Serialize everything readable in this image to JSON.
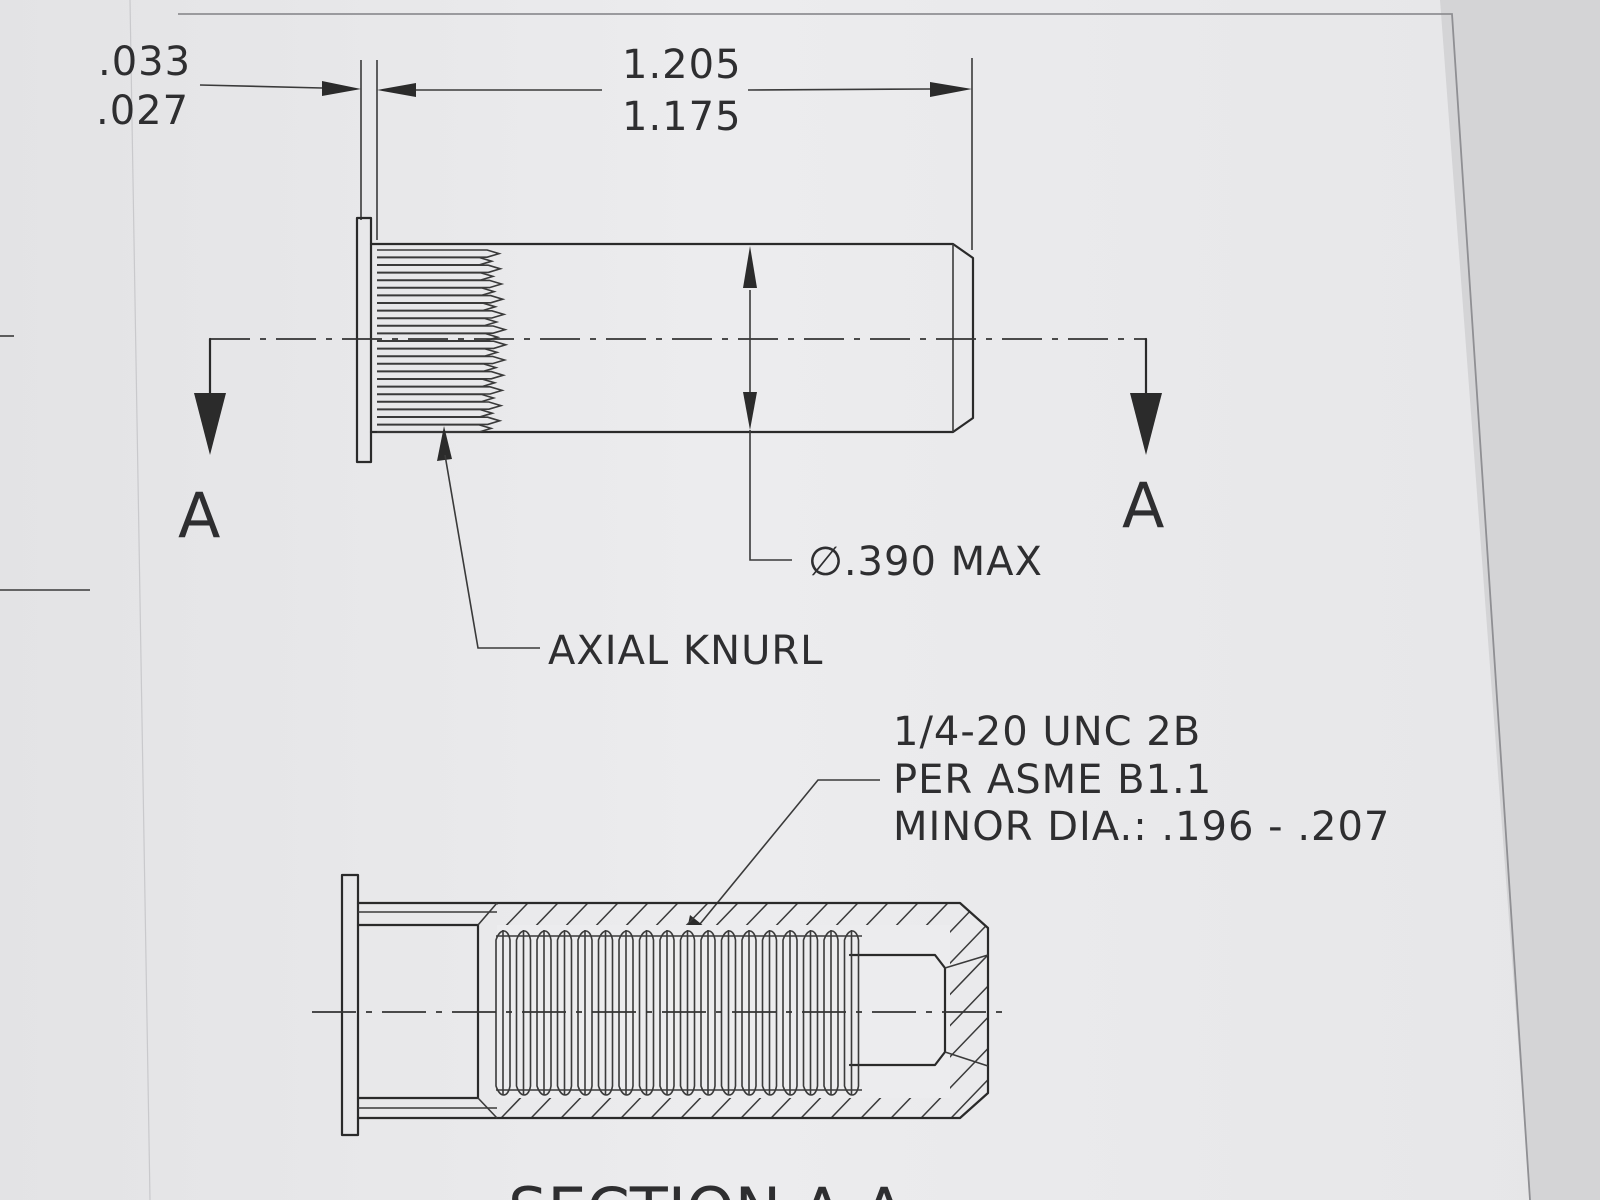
{
  "dimensions": {
    "flange_thickness_max": ".033",
    "flange_thickness_min": ".027",
    "body_length_max": "1.205",
    "body_length_min": "1.175"
  },
  "callouts": {
    "diameter": "∅.390 MAX",
    "knurl": "AXIAL KNURL",
    "thread_line1": "1/4-20 UNC 2B",
    "thread_line2": "PER ASME B1.1",
    "thread_line3": "MINOR DIA.: .196 - .207"
  },
  "section": {
    "left_marker": "A",
    "right_marker": "A",
    "caption": "SECTION A-A"
  }
}
